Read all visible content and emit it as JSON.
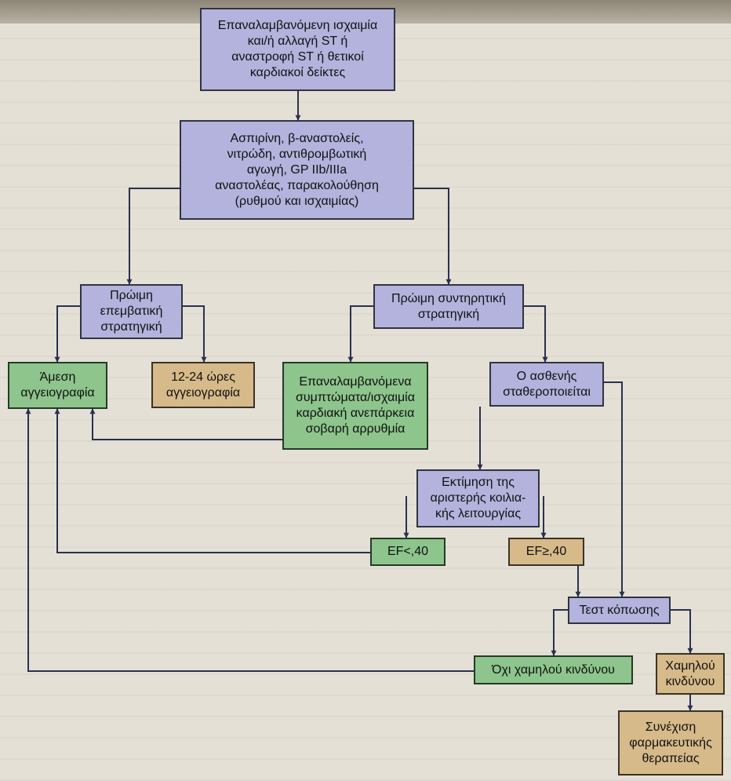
{
  "nodes": {
    "n1": "Επαναλαμβανόμενη ισχαιμία\nκαι/ή αλλαγή ST ή\nαναστροφή ST ή θετικοί\nκαρδιακοί δείκτες",
    "n2": "Ασπιρίνη, β-αναστολείς,\nνιτρώδη, αντιθρομβωτική\nαγωγή, GP IIb/IIIa\nαναστολέας, παρακολούθηση\n(ρυθμού και ισχαιμίας)",
    "n3": "Πρώιμη\nεπεμβατική\nστρατηγική",
    "n4": "Πρώιμη συντηρητική\nστρατηγική",
    "n5": "Άμεση\nαγγειογραφία",
    "n6": "12-24 ώρες\nαγγειογραφία",
    "n7": "Επαναλαμβανόμενα\nσυμπτώματα/ισχαιμία\nκαρδιακή ανεπάρκεια\nσοβαρή αρρυθμία",
    "n8": "Ο ασθενής\nσταθεροποιείται",
    "n9": "Εκτίμηση της\nαριστερής κοιλια-\nκής λειτουργίας",
    "n10": "EF<,40",
    "n11": "EF≥,40",
    "n12": "Τεστ κόπωσης",
    "n13": "Όχι χαμηλού κινδύνου",
    "n14": "Χαμηλού\nκινδύνου",
    "n15": "Συνέχιση\nφαρμακευτικής\nθεραπείας"
  },
  "colors": {
    "purple": "#b3b3dd",
    "green": "#8dc58c",
    "tan": "#d6ba8a",
    "line": "#2a3050"
  }
}
